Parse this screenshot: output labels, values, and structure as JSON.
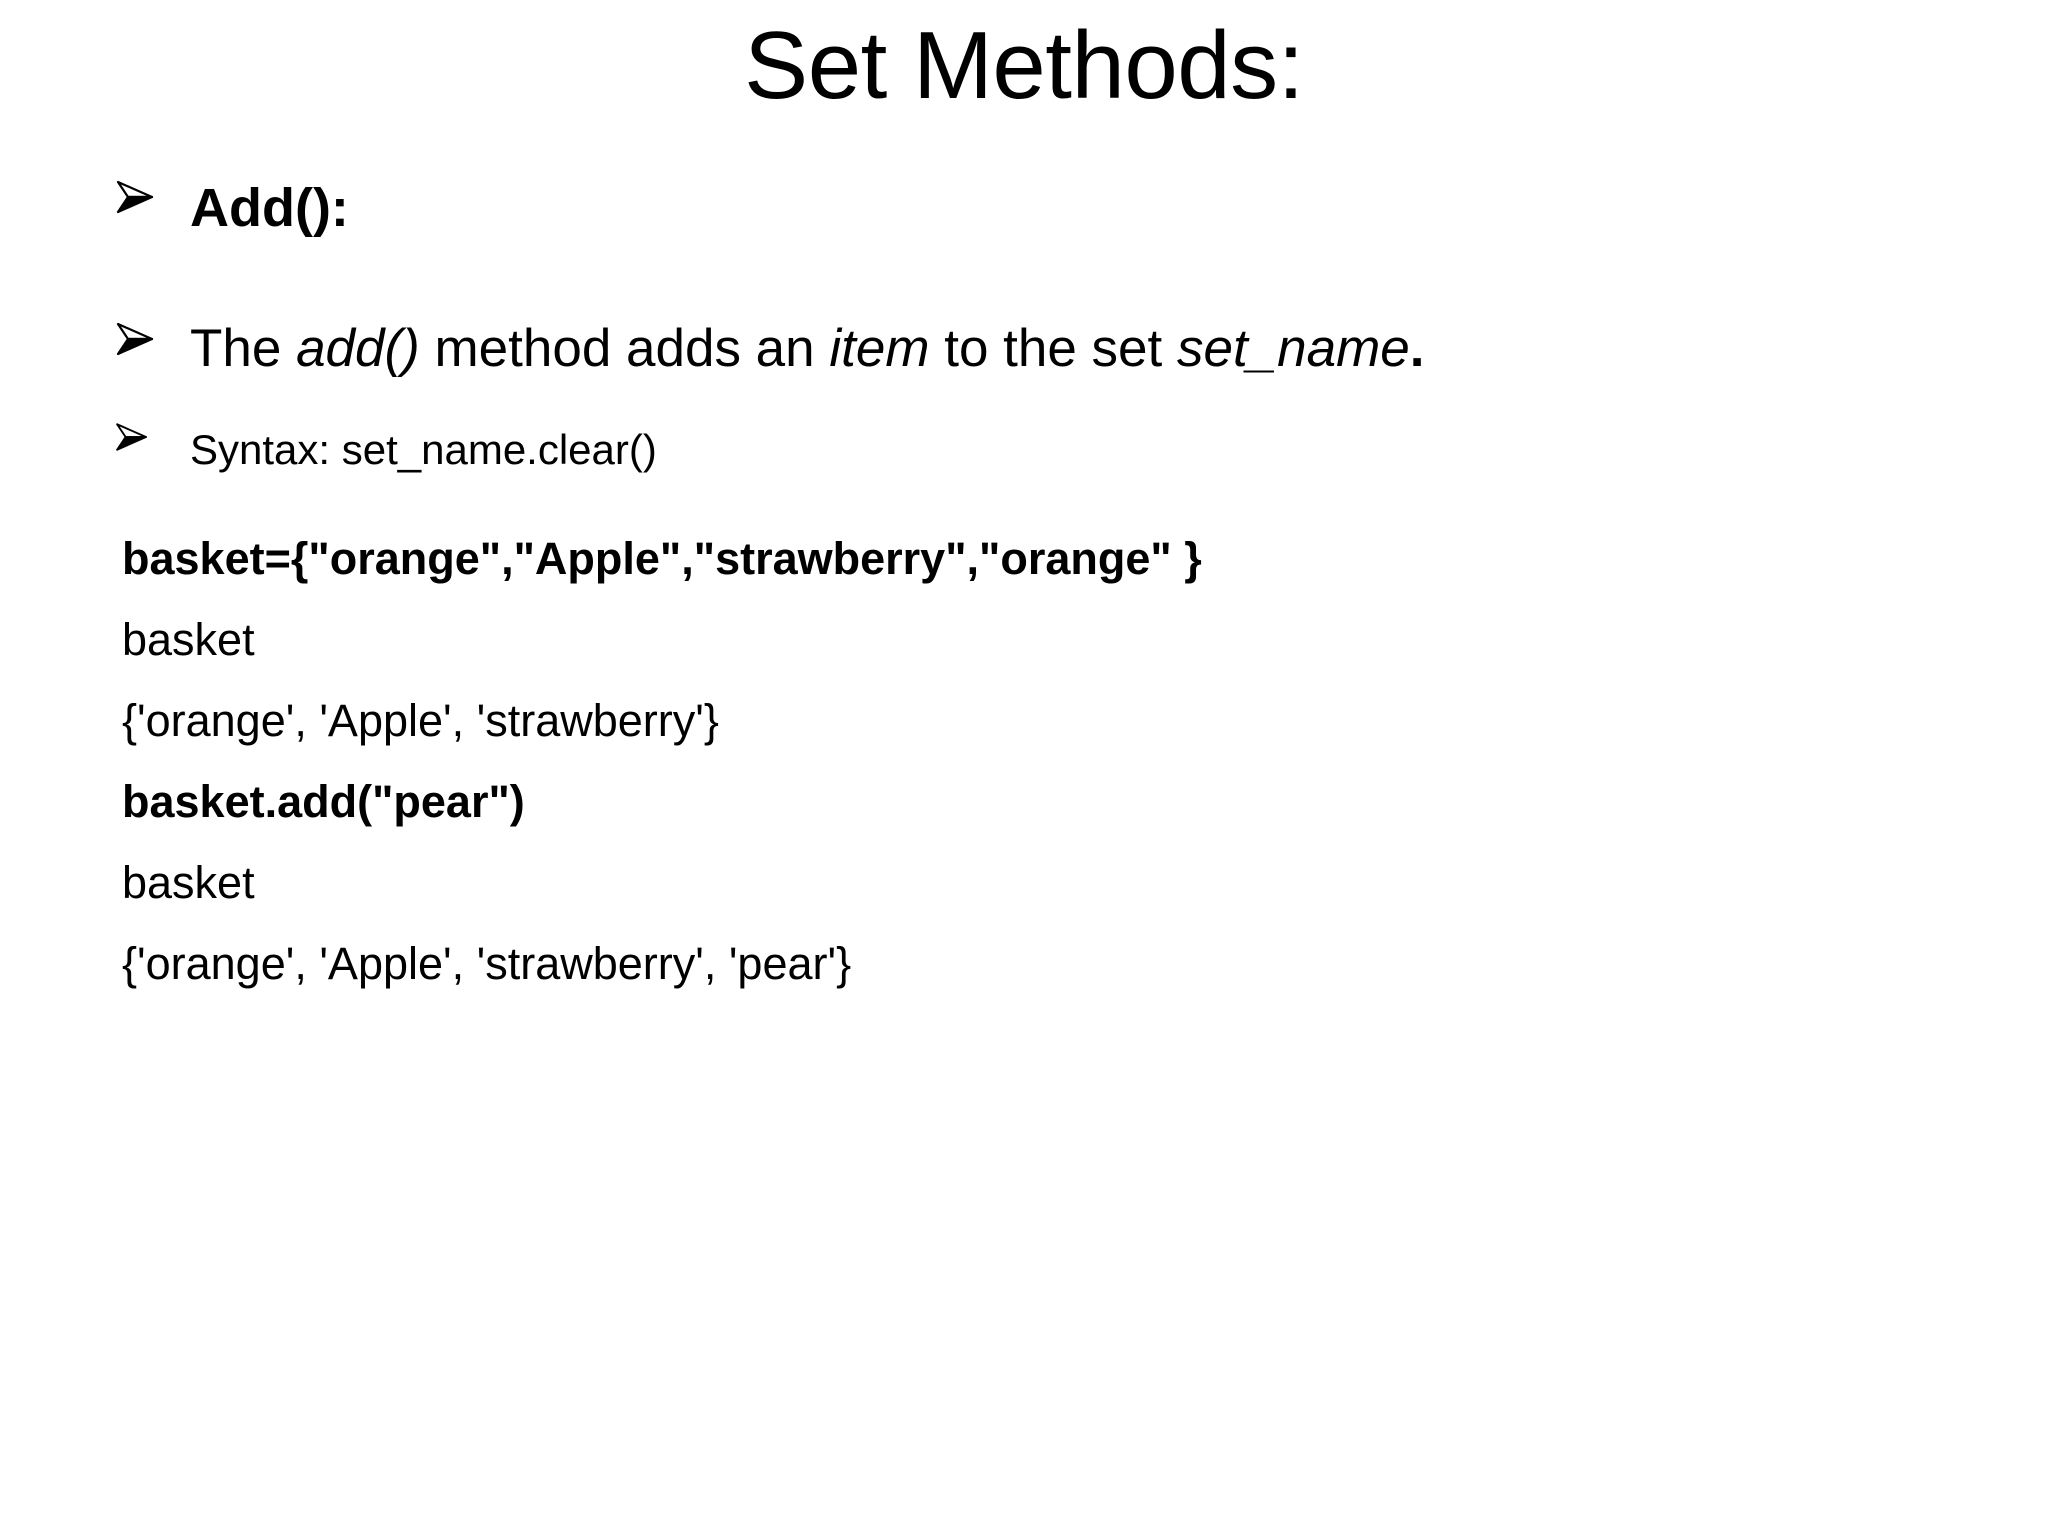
{
  "slide": {
    "title": "Set Methods:",
    "background_color": "#ffffff",
    "text_color": "#000000",
    "bullet_glyph": "arrowhead-bullet"
  },
  "bullets": {
    "add_heading": "Add():",
    "description": {
      "part1": "The ",
      "emphasis1": "add()",
      "part2": " method adds an ",
      "emphasis2": "item",
      "part3": " to the set ",
      "emphasis3": "set_name",
      "part4": "."
    },
    "syntax": "Syntax:  set_name.clear()"
  },
  "code_lines": [
    {
      "text": "basket={\"orange\",\"Apple\",\"strawberry\",\"orange\" }",
      "bold": true
    },
    {
      "text": "basket",
      "bold": false
    },
    {
      "text": "{'orange', 'Apple', 'strawberry'}",
      "bold": false
    },
    {
      "text": "basket.add(\"pear\")",
      "bold": true
    },
    {
      "text": "basket",
      "bold": false
    },
    {
      "text": "{'orange', 'Apple', 'strawberry', 'pear'}",
      "bold": false
    }
  ]
}
